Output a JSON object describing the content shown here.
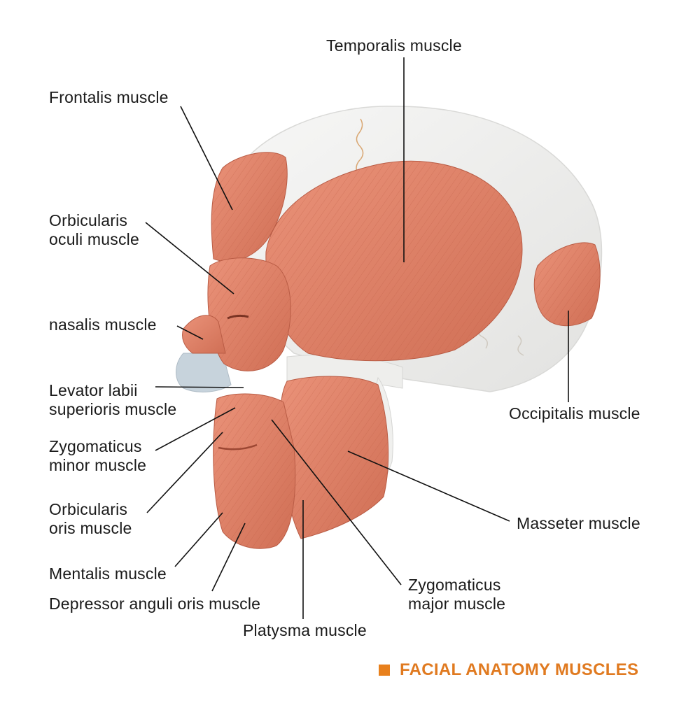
{
  "labels": {
    "temporalis": "Temporalis muscle",
    "frontalis": "Frontalis muscle",
    "orbicularis_oculi": [
      "Orbicularis",
      "oculi muscle"
    ],
    "nasalis": "nasalis muscle",
    "levator_labii": [
      "Levator labii",
      "superioris muscle"
    ],
    "zygomaticus_minor": [
      "Zygomaticus",
      "minor muscle"
    ],
    "orbicularis_oris": [
      "Orbicularis",
      "oris muscle"
    ],
    "mentalis": "Mentalis muscle",
    "depressor_anguli_oris": "Depressor anguli oris muscle",
    "platysma": "Platysma muscle",
    "zygomaticus_major": [
      "Zygomaticus",
      "major muscle"
    ],
    "masseter": "Masseter muscle",
    "occipitalis": "Occipitalis muscle"
  },
  "title": "FACIAL ANATOMY MUSCLES",
  "colors": {
    "muscle": "#e0846b",
    "muscle_dark": "#c9664e",
    "bone": "#f1f1f0",
    "accent": "#e8801c"
  }
}
